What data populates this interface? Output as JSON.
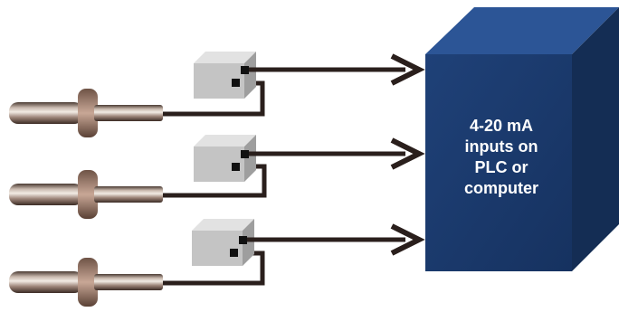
{
  "receiver": {
    "label_lines": [
      "4-20 mA",
      "inputs on",
      "PLC or",
      "computer"
    ],
    "front_color": "#1b3a6b",
    "top_color": "#2b5494",
    "side_color": "#13294b"
  },
  "sensors": [
    {
      "name": "sensor-1"
    },
    {
      "name": "sensor-2"
    },
    {
      "name": "sensor-3"
    }
  ],
  "transmitters": [
    {
      "name": "transmitter-1"
    },
    {
      "name": "transmitter-2"
    },
    {
      "name": "transmitter-3"
    }
  ],
  "wire_color": "#2a1f1c"
}
